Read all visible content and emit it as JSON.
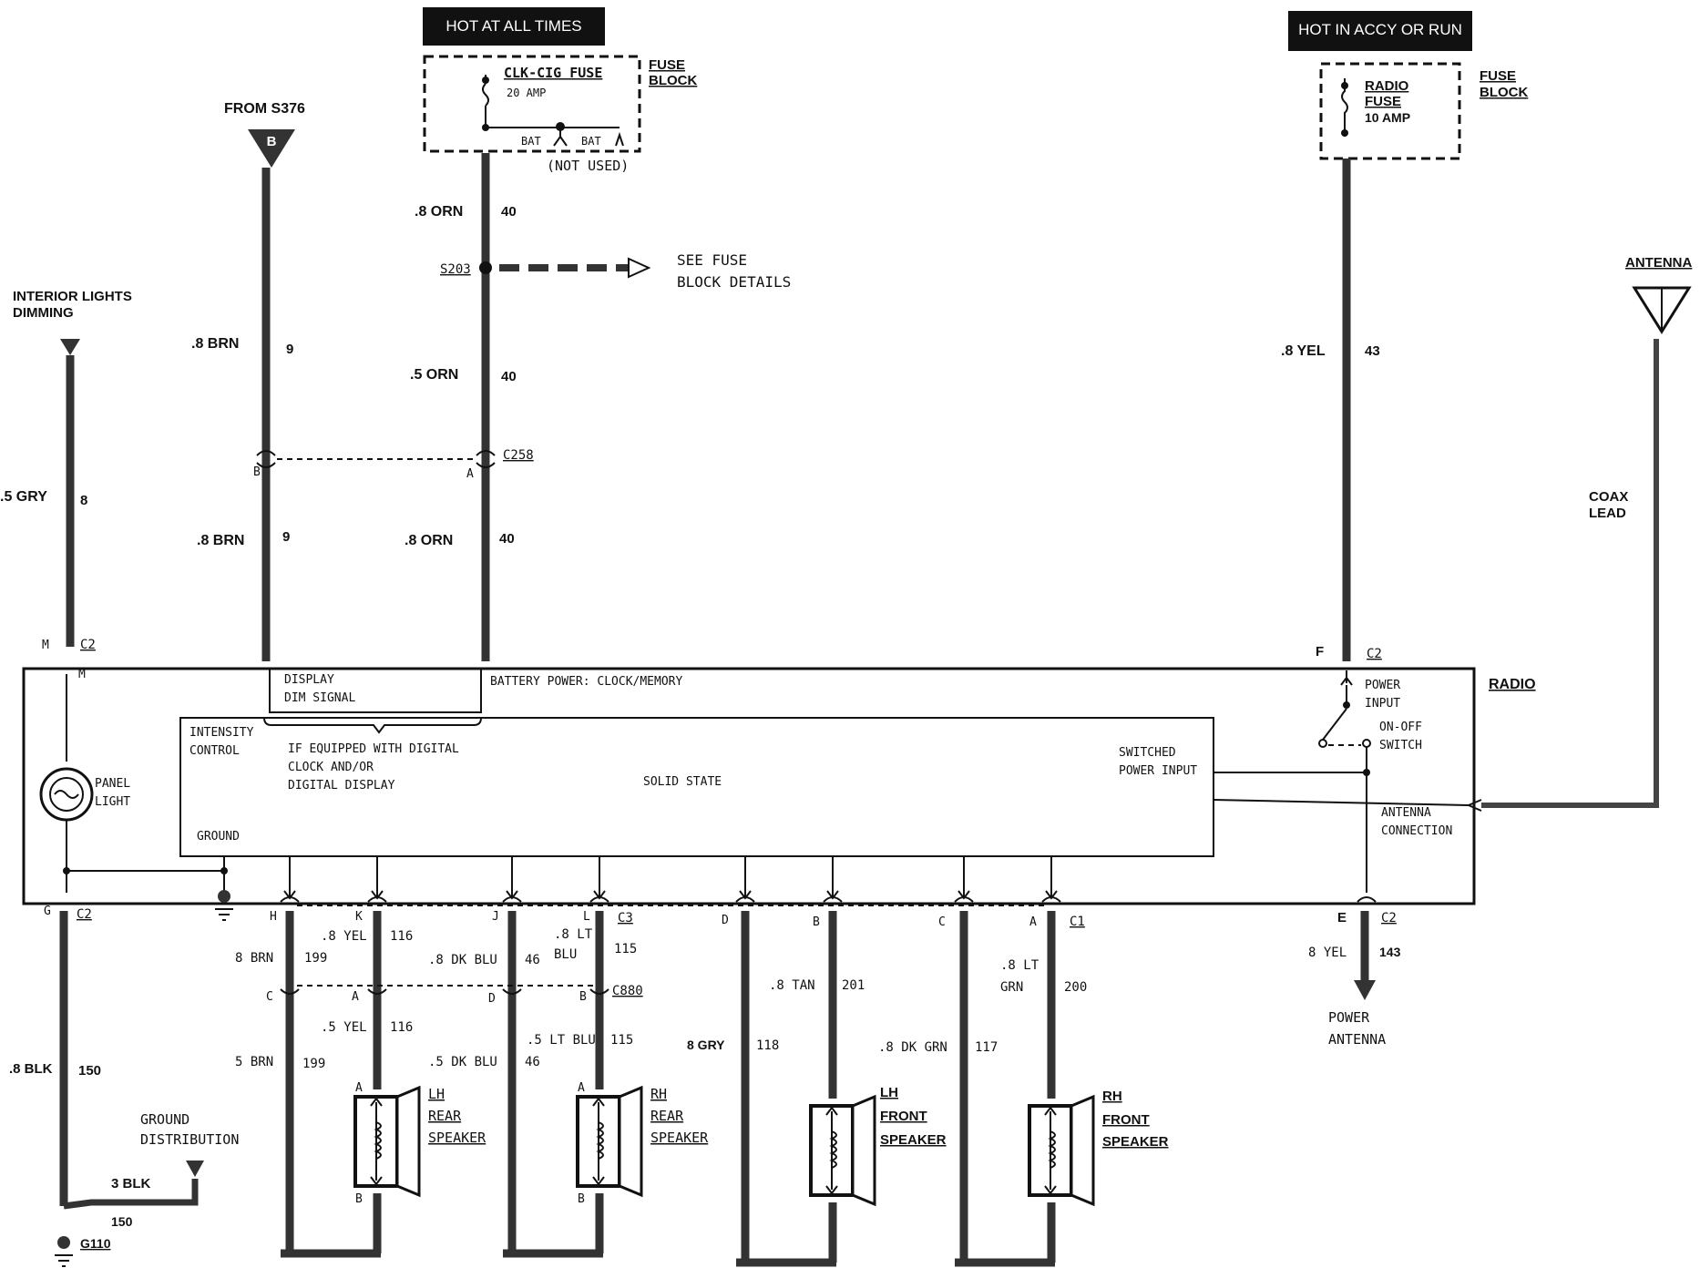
{
  "banners": {
    "hot_at_all_times": "HOT AT ALL TIMES",
    "hot_in_accy": "HOT IN ACCY OR RUN"
  },
  "fuse_block_left": {
    "label1": "FUSE",
    "label2": "BLOCK",
    "fuse_name": "CLK-CIG FUSE",
    "fuse_rating": "20 AMP",
    "bat1": "BAT",
    "bat2": "BAT",
    "not_used": "(NOT USED)"
  },
  "fuse_block_right": {
    "label1": "FUSE",
    "label2": "BLOCK",
    "fuse_name1": "RADIO",
    "fuse_name2": "FUSE",
    "fuse_rating": "10 AMP"
  },
  "from_s376": "FROM S376",
  "connector_b": "B",
  "interior_lights": {
    "line1": "INTERIOR LIGHTS",
    "line2": "DIMMING"
  },
  "antenna": {
    "label": "ANTENNA",
    "coax1": "COAX",
    "coax2": "LEAD"
  },
  "splice": {
    "name": "S203",
    "see1": "SEE FUSE",
    "see2": "BLOCK DETAILS"
  },
  "connectors": {
    "c258": "C258",
    "c2": "C2",
    "c3": "C3",
    "c1": "C1",
    "c880": "C880",
    "g110": "G110"
  },
  "pins": {
    "M": "M",
    "B": "B",
    "A": "A",
    "F": "F",
    "G": "G",
    "E": "E",
    "H": "H",
    "K": "K",
    "J": "J",
    "L": "L",
    "D": "D",
    "C": "C"
  },
  "wires": {
    "w40_top": {
      "gauge": ".8 ORN",
      "circuit": "40"
    },
    "w40_mid": {
      "gauge": ".5 ORN",
      "circuit": "40"
    },
    "w40_low": {
      "gauge": ".8 ORN",
      "circuit": "40"
    },
    "w9_top": {
      "gauge": ".8 BRN",
      "circuit": "9"
    },
    "w9_low": {
      "gauge": ".8 BRN",
      "circuit": "9"
    },
    "w8": {
      "gauge": ".5 GRY",
      "circuit": "8"
    },
    "w43": {
      "gauge": ".8 YEL",
      "circuit": "43"
    },
    "w150": {
      "gauge": ".8 BLK",
      "circuit": "150"
    },
    "w150b": {
      "gauge": "3 BLK",
      "circuit": "150"
    },
    "w199a": {
      "gauge": "8 BRN",
      "circuit": "199"
    },
    "w199b": {
      "gauge": "5 BRN",
      "circuit": "199"
    },
    "w116a": {
      "gauge": ".8 YEL",
      "circuit": "116"
    },
    "w116b": {
      "gauge": ".5 YEL",
      "circuit": "116"
    },
    "w46a": {
      "gauge": ".8 DK BLU",
      "circuit": "46"
    },
    "w46b": {
      "gauge": ".5 DK BLU",
      "circuit": "46"
    },
    "w115a1": ".8 LT",
    "w115a2": "BLU",
    "w115a_c": "115",
    "w115b": {
      "gauge": ".5 LT BLU",
      "circuit": "115"
    },
    "w118": {
      "gauge": "8 GRY",
      "circuit": "118"
    },
    "w201": {
      "gauge": ".8 TAN",
      "circuit": "201"
    },
    "w117": {
      "gauge": ".8 DK GRN",
      "circuit": "117"
    },
    "w200a": ".8 LT",
    "w200b": "GRN",
    "w200c": "200",
    "w143": {
      "gauge": "8 YEL",
      "circuit": "143"
    }
  },
  "radio": {
    "title": "RADIO",
    "display1": "DISPLAY",
    "display2": "DIM SIGNAL",
    "battery": "BATTERY POWER: CLOCK/MEMORY",
    "intensity1": "INTENSITY",
    "intensity2": "CONTROL",
    "equipped1": "IF EQUIPPED WITH DIGITAL",
    "equipped2": "CLOCK AND/OR",
    "equipped3": "DIGITAL DISPLAY",
    "solid_state": "SOLID STATE",
    "switched1": "SWITCHED",
    "switched2": "POWER INPUT",
    "power_input1": "POWER",
    "power_input2": "INPUT",
    "onoff1": "ON-OFF",
    "onoff2": "SWITCH",
    "antenna_conn1": "ANTENNA",
    "antenna_conn2": "CONNECTION",
    "panel1": "PANEL",
    "panel2": "LIGHT",
    "ground": "GROUND"
  },
  "ground_distribution": {
    "line1": "GROUND",
    "line2": "DISTRIBUTION"
  },
  "power_antenna": {
    "line1": "POWER",
    "line2": "ANTENNA"
  },
  "speakers": {
    "lh_rear": [
      "LH",
      "REAR",
      "SPEAKER"
    ],
    "rh_rear": [
      "RH",
      "REAR",
      "SPEAKER"
    ],
    "lh_front": [
      "LH",
      "FRONT",
      "SPEAKER"
    ],
    "rh_front": [
      "RH",
      "FRONT",
      "SPEAKER"
    ]
  }
}
